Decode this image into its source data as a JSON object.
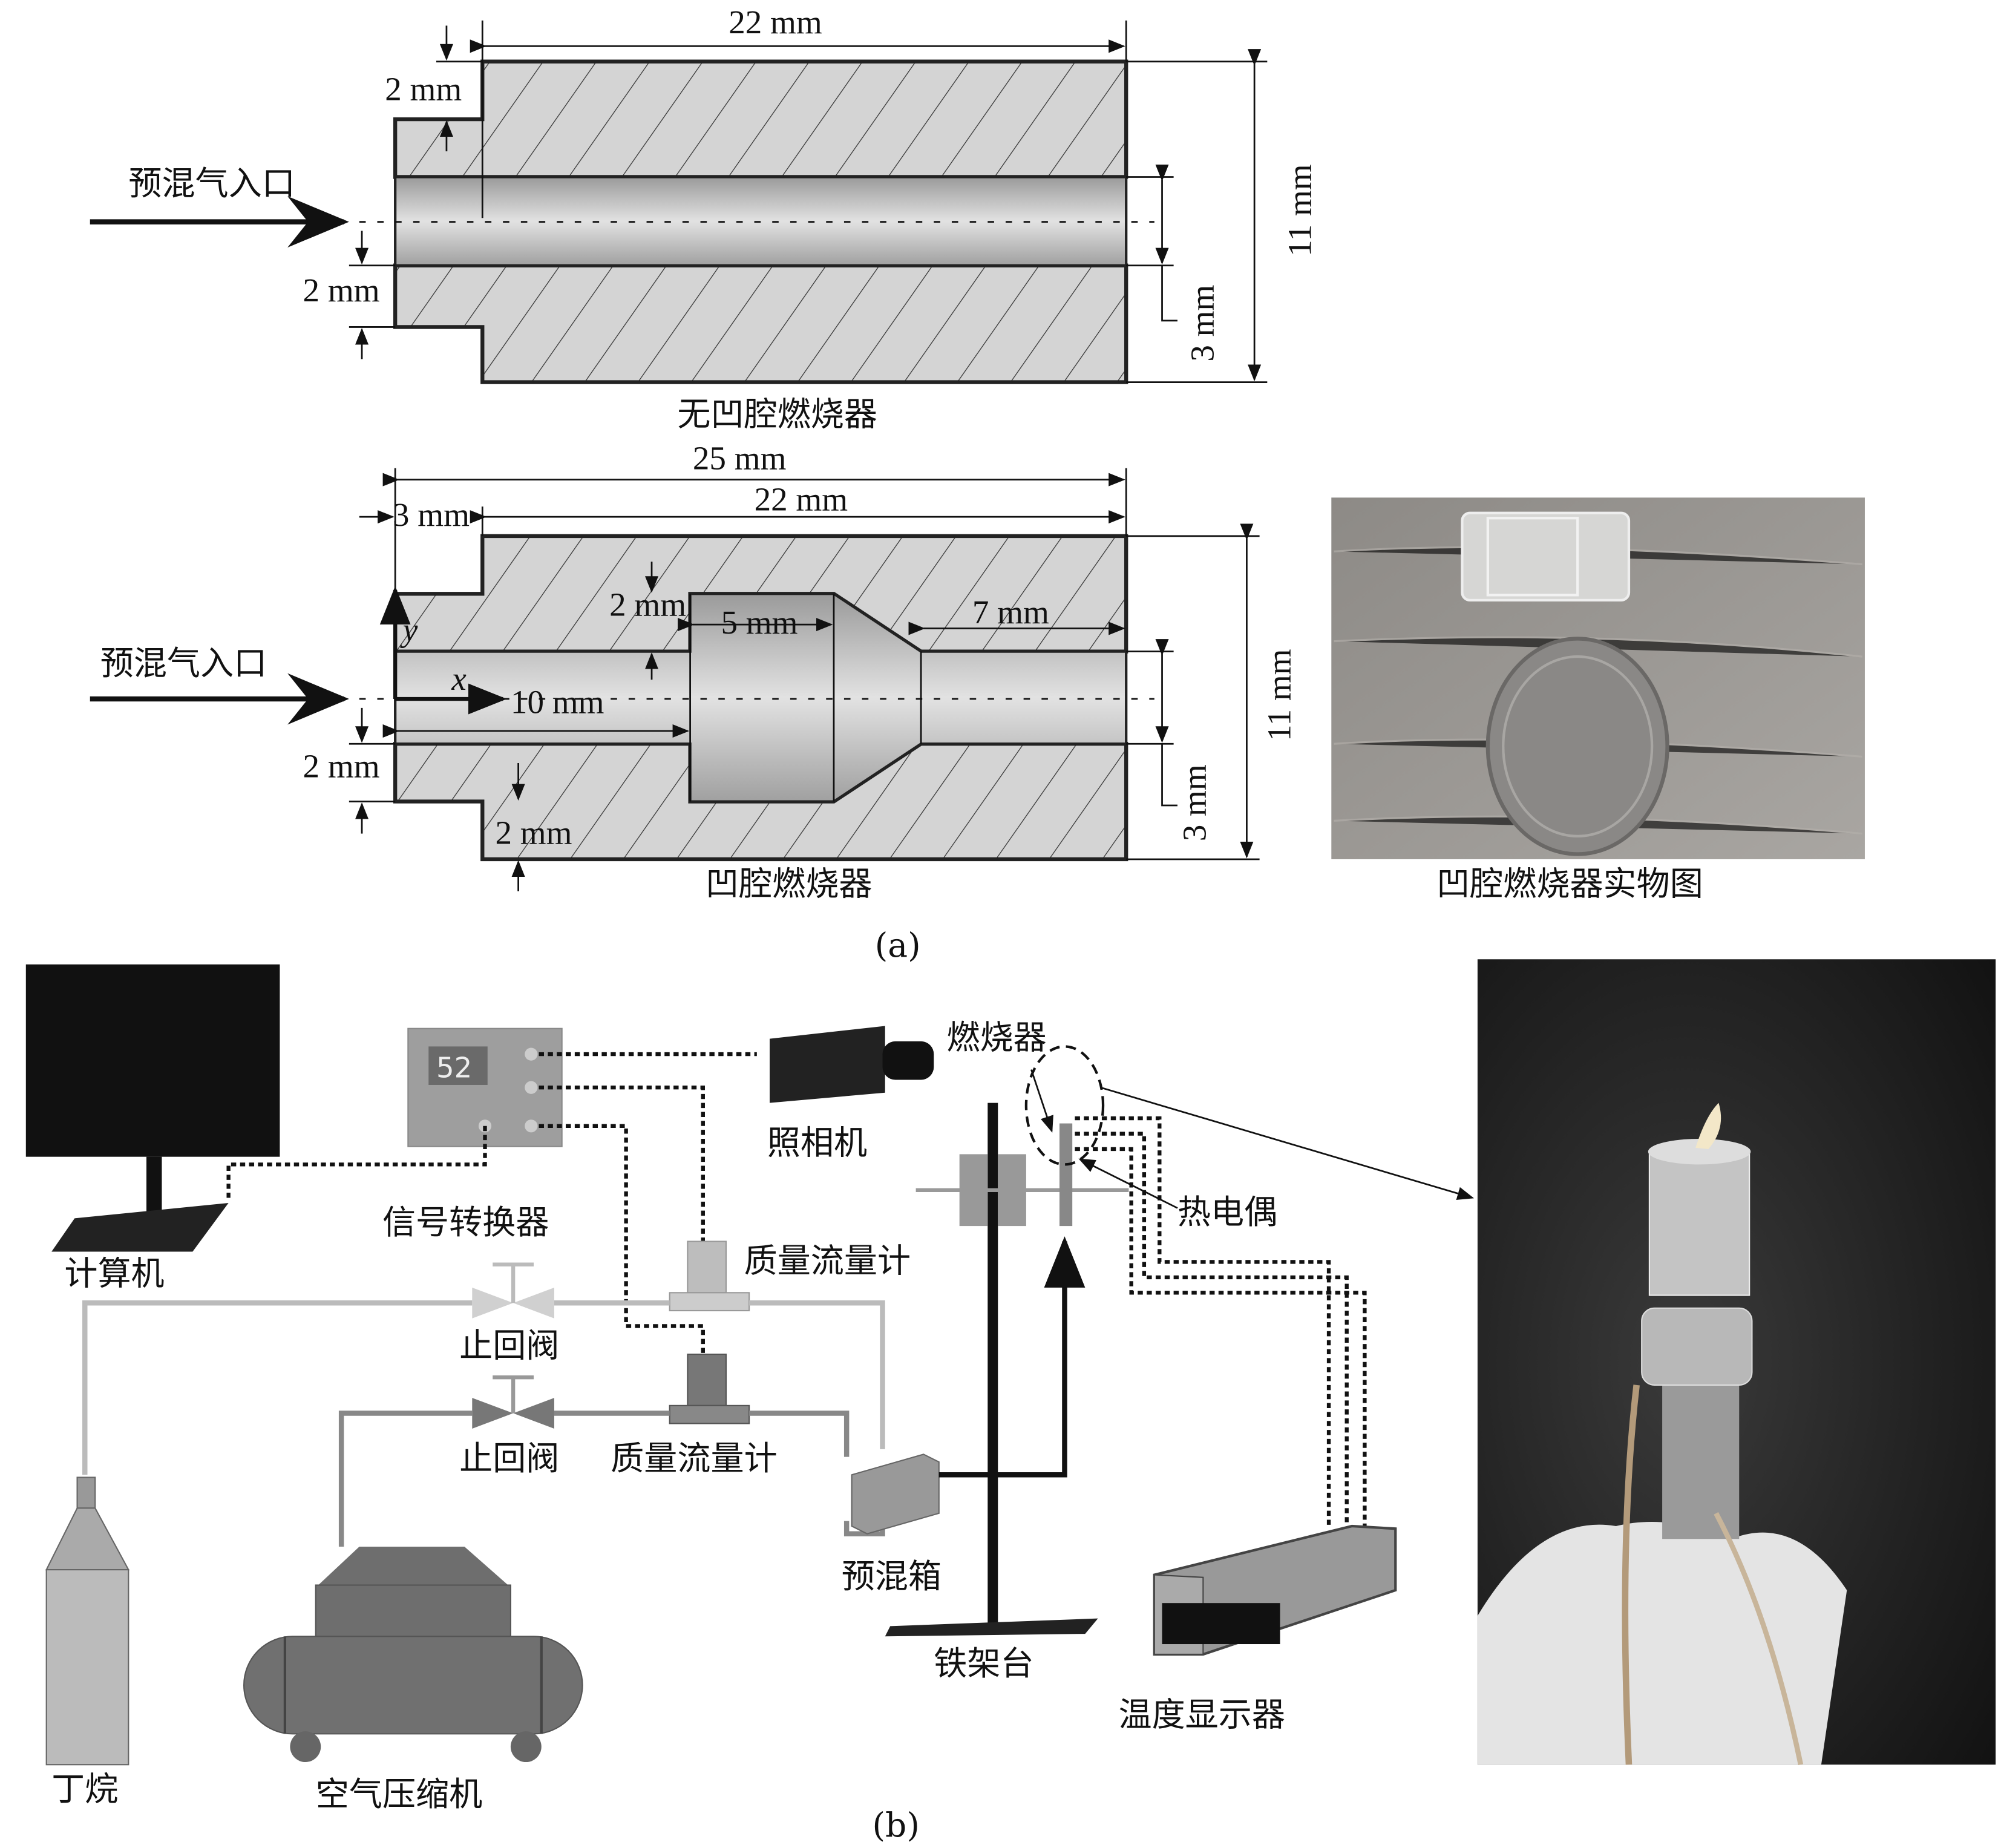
{
  "panel_a": {
    "caption": "(a)",
    "burner_plain": {
      "title": "无凹腔燃烧器",
      "inlet_label": "预混气入口",
      "dims": {
        "length": "22 mm",
        "step_top": "2 mm",
        "step_bottom": "2 mm",
        "channel": "3 mm",
        "height": "11 mm"
      }
    },
    "burner_cavity": {
      "title": "凹腔燃烧器",
      "inlet_label": "预混气入口",
      "dims": {
        "total": "25 mm",
        "body": "22 mm",
        "step": "3 mm",
        "cavity_depth": "2 mm",
        "cavity_len": "5 mm",
        "exit_len": "7 mm",
        "inlet_len": "10 mm",
        "step_side": "2 mm",
        "bottom_step": "2 mm",
        "channel": "3 mm",
        "height": "11 mm"
      },
      "axis_x": "x",
      "axis_y": "y"
    },
    "photo_caption": "凹腔燃烧器实物图"
  },
  "panel_b": {
    "caption": "(b)",
    "labels": {
      "computer": "计算机",
      "converter": "信号转换器",
      "converter_display": "52",
      "camera": "照相机",
      "burner": "燃烧器",
      "thermocouple": "热电偶",
      "flowmeter1": "质量流量计",
      "flowmeter2": "质量流量计",
      "valve1": "止回阀",
      "valve2": "止回阀",
      "premix": "预混箱",
      "stand": "铁架台",
      "temp_display": "温度显示器",
      "butane": "丁烷",
      "compressor": "空气压缩机"
    }
  }
}
